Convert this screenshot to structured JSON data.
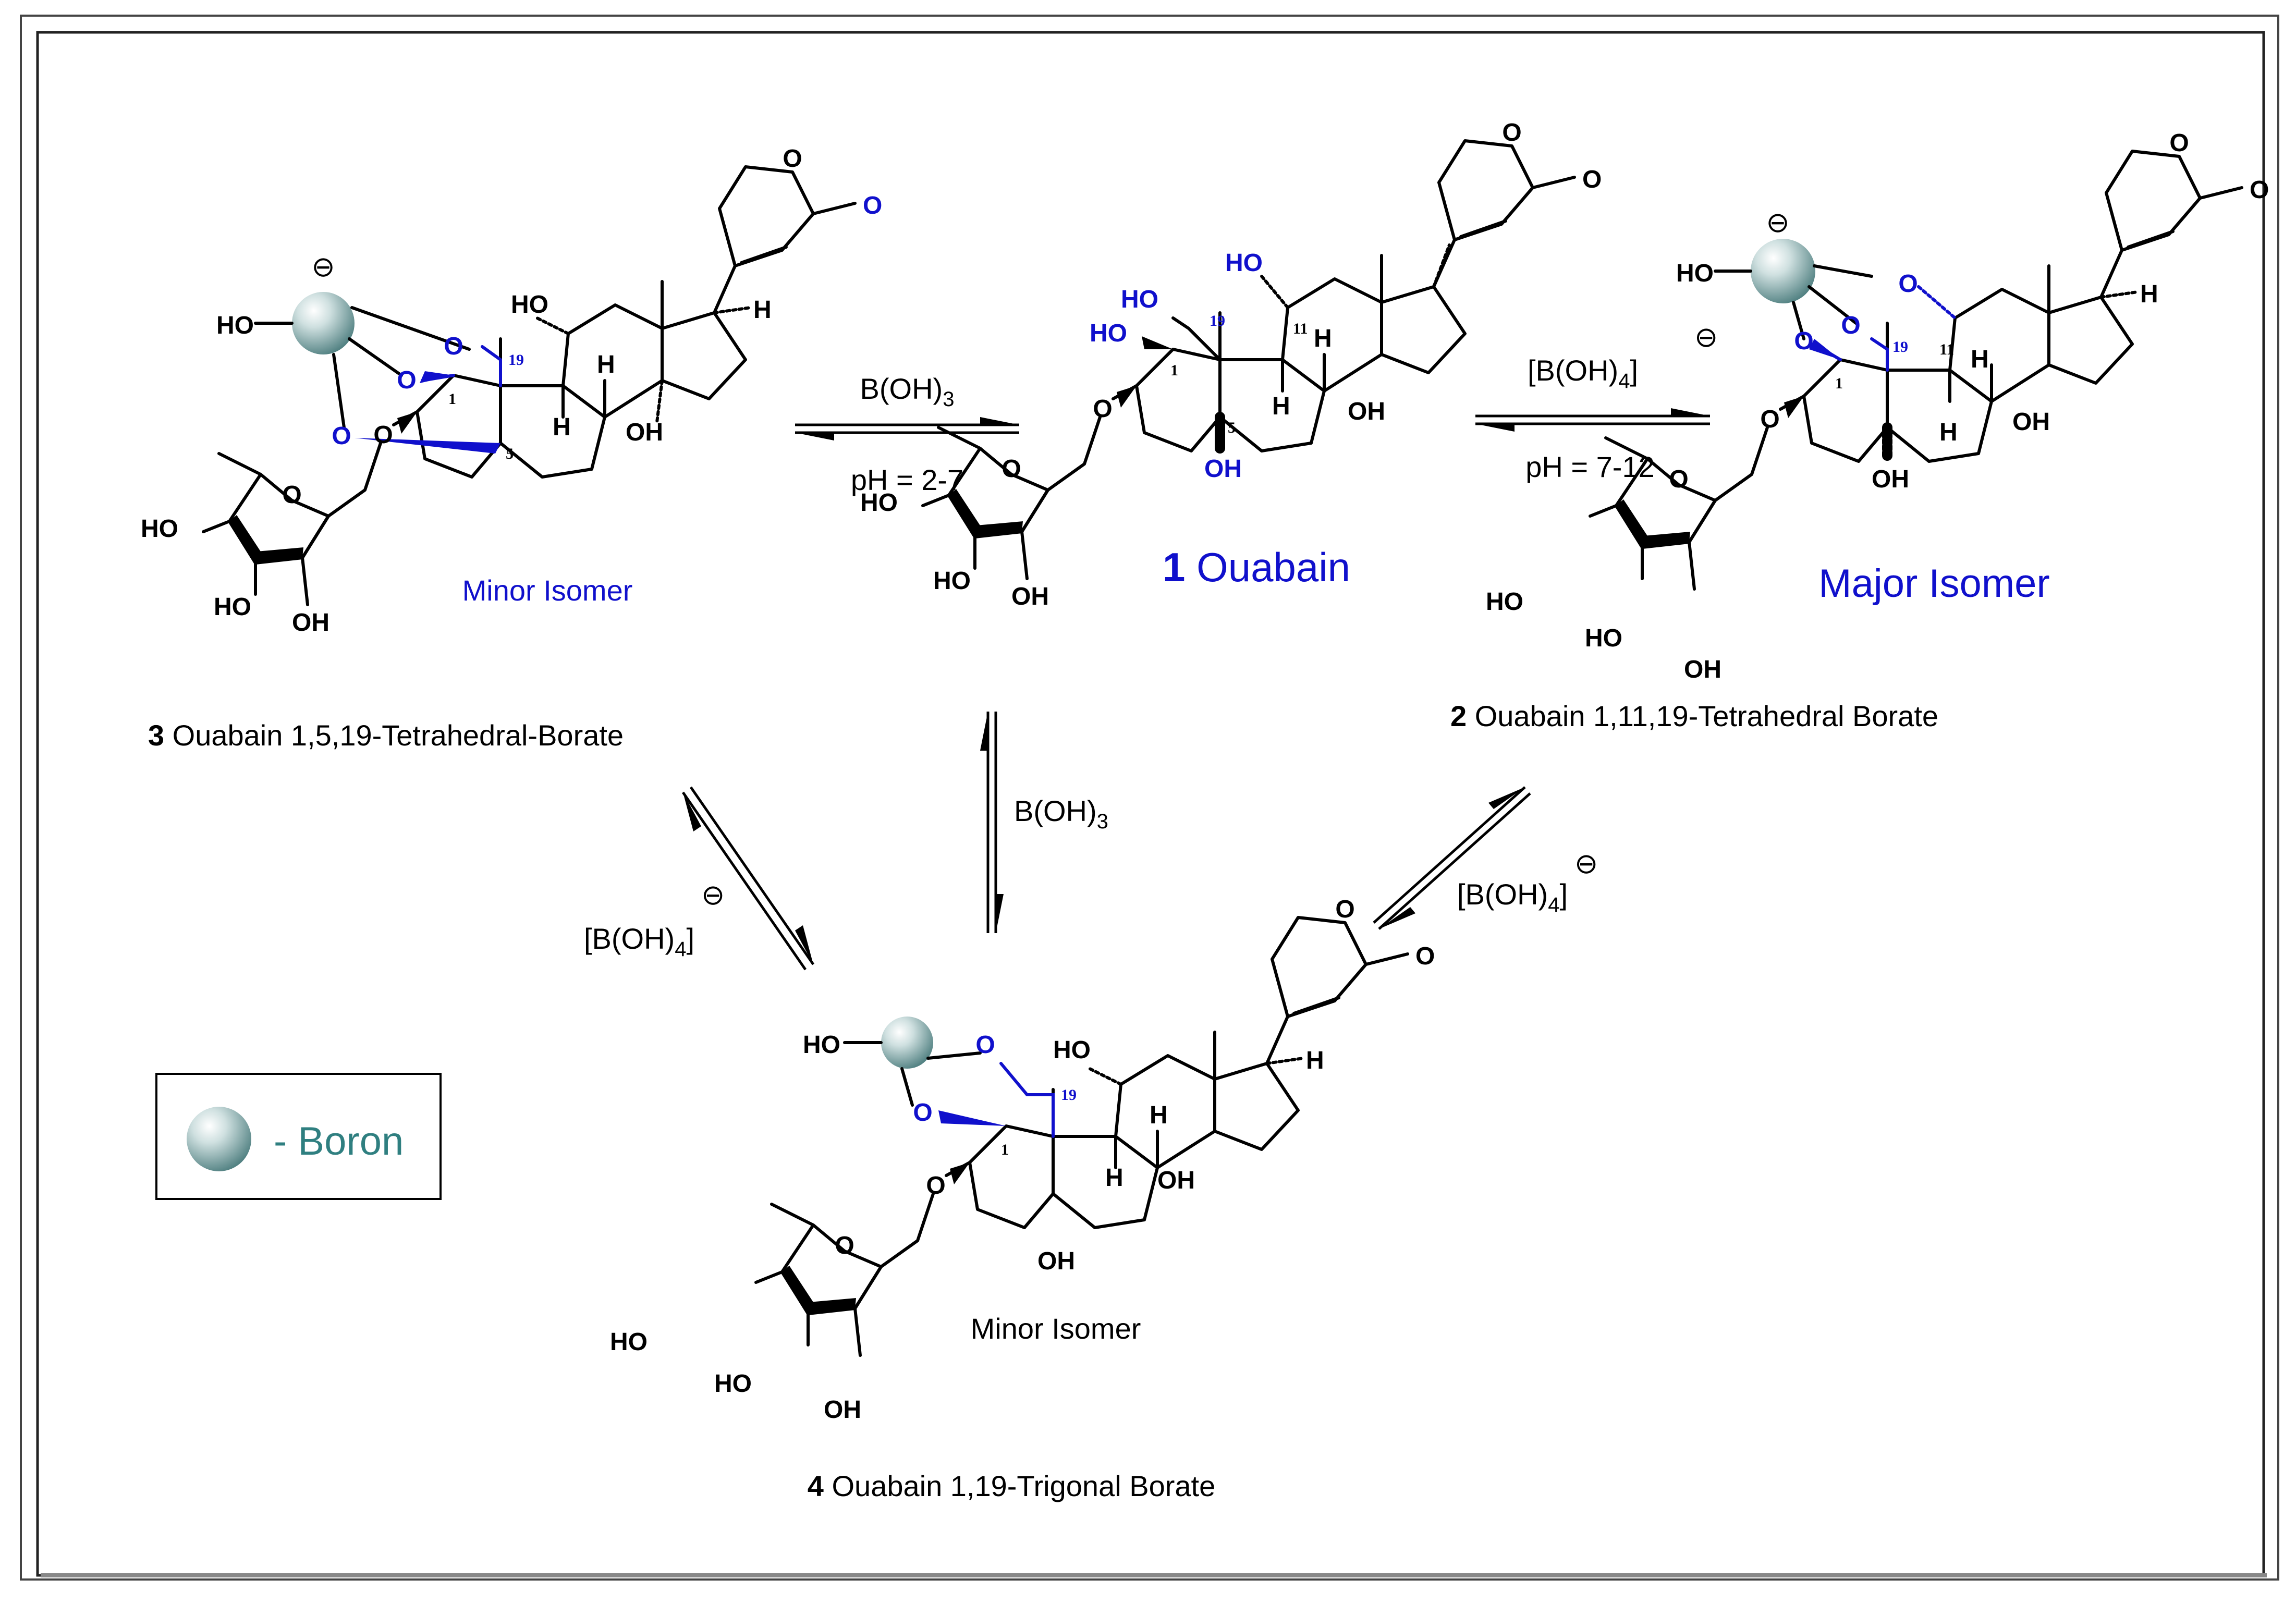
{
  "compounds": {
    "c1": {
      "number": "1",
      "name": "Ouabain"
    },
    "c2": {
      "number": "2",
      "name": "Ouabain 1,11,19-Tetrahedral Borate",
      "isomer": "Major Isomer"
    },
    "c3": {
      "number": "3",
      "name": "Ouabain 1,5,19-Tetrahedral-Borate",
      "isomer": "Minor Isomer"
    },
    "c4": {
      "number": "4",
      "name": "Ouabain 1,19-Trigonal Borate",
      "isomer": "Minor Isomer"
    }
  },
  "atoms": {
    "HO": "HO",
    "OH": "OH",
    "H": "H",
    "O": "O",
    "O_fallback": "O",
    "n1": "1",
    "n5": "5",
    "n11": "11",
    "n19": "19"
  },
  "reagents": {
    "boric_acid": {
      "base": "B(OH)",
      "sub": "3"
    },
    "borate": {
      "base": "[B(OH)",
      "sub": "4",
      "close": "]"
    },
    "ph_acid": "pH = 2-7",
    "ph_base": "pH = 7-12",
    "charge": "⊖"
  },
  "legend": {
    "text": "- Boron",
    "icon": "boron-sphere"
  },
  "colors": {
    "blue": "#1010cc",
    "teal": "#2f7f80",
    "sphere": "#9fbfbf",
    "black": "#000000"
  }
}
